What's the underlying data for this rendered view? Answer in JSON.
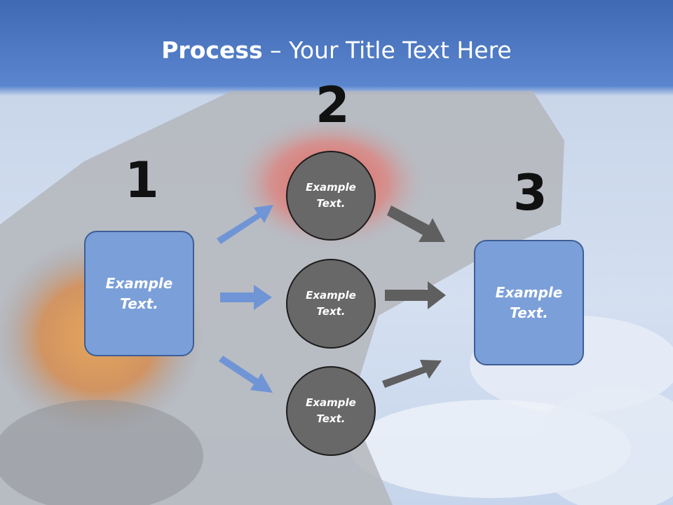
{
  "title": {
    "bold": "Process",
    "rest": " – Your Title Text Here"
  },
  "steps": {
    "one": "1",
    "two": "2",
    "three": "3"
  },
  "left_box": {
    "line1": "Example",
    "line2": "Text."
  },
  "right_box": {
    "line1": "Example",
    "line2": "Text."
  },
  "circles": [
    {
      "line1": "Example",
      "line2": "Text."
    },
    {
      "line1": "Example",
      "line2": "Text."
    },
    {
      "line1": "Example",
      "line2": "Text."
    }
  ],
  "colors": {
    "box_fill": "#7b9fd8",
    "circle_fill": "#686868",
    "blue_arrow": "#6f95d6",
    "gray_arrow": "#5f5f5f",
    "header": "#4f79c2"
  }
}
